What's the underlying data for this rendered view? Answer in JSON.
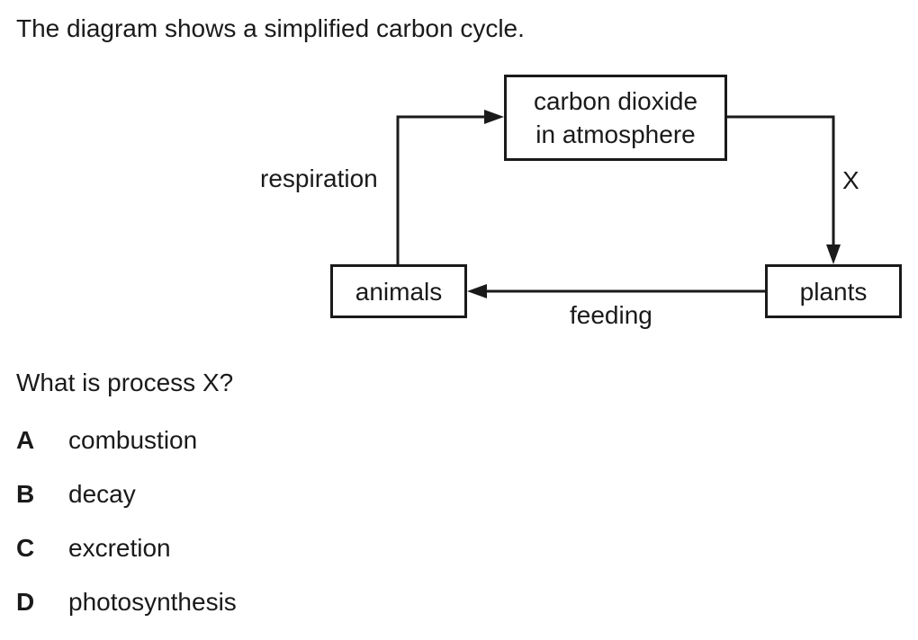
{
  "intro_text": "The diagram shows a simplified carbon cycle.",
  "diagram": {
    "nodes": {
      "co2": {
        "line1": "carbon dioxide",
        "line2": "in atmosphere"
      },
      "animals": {
        "label": "animals"
      },
      "plants": {
        "label": "plants"
      }
    },
    "edges": {
      "respiration": {
        "label": "respiration",
        "from": "animals",
        "to": "co2"
      },
      "x": {
        "label": "X",
        "from": "co2",
        "to": "plants"
      },
      "feeding": {
        "label": "feeding",
        "from": "plants",
        "to": "animals"
      }
    }
  },
  "question": "What is process X?",
  "options": [
    {
      "letter": "A",
      "text": "combustion"
    },
    {
      "letter": "B",
      "text": "decay"
    },
    {
      "letter": "C",
      "text": "excretion"
    },
    {
      "letter": "D",
      "text": "photosynthesis"
    }
  ]
}
